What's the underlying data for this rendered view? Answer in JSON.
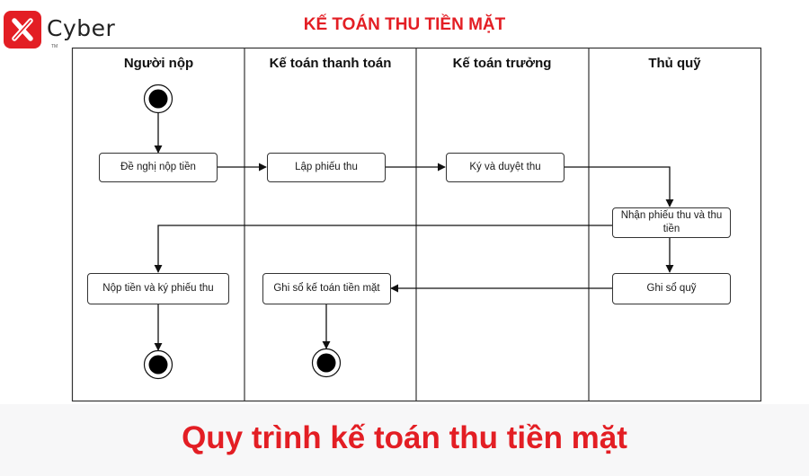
{
  "logo": {
    "text": "Cyber",
    "mark": "TM",
    "icon": "x-brand-icon",
    "brand_color": "#e31e24"
  },
  "diagram": {
    "title": "KẾ TOÁN THU TIỀN MẶT",
    "lanes": [
      "Người nộp",
      "Kế toán thanh toán",
      "Kế toán trưởng",
      "Thủ quỹ"
    ],
    "nodes": {
      "de_nghi": "Đề nghị nộp tiền",
      "lap_phieu": "Lập phiếu thu",
      "ky_duyet": "Ký và duyệt thu",
      "nhan_phieu": "Nhận phiếu thu và thu tiền",
      "ghi_so_quy": "Ghi sổ quỹ",
      "nop_tien": "Nộp tiền và ký phiếu thu",
      "ghi_so_kt": "Ghi sổ kế toán tiền mặt"
    }
  },
  "caption": "Quy trình kế toán thu tiền mặt"
}
